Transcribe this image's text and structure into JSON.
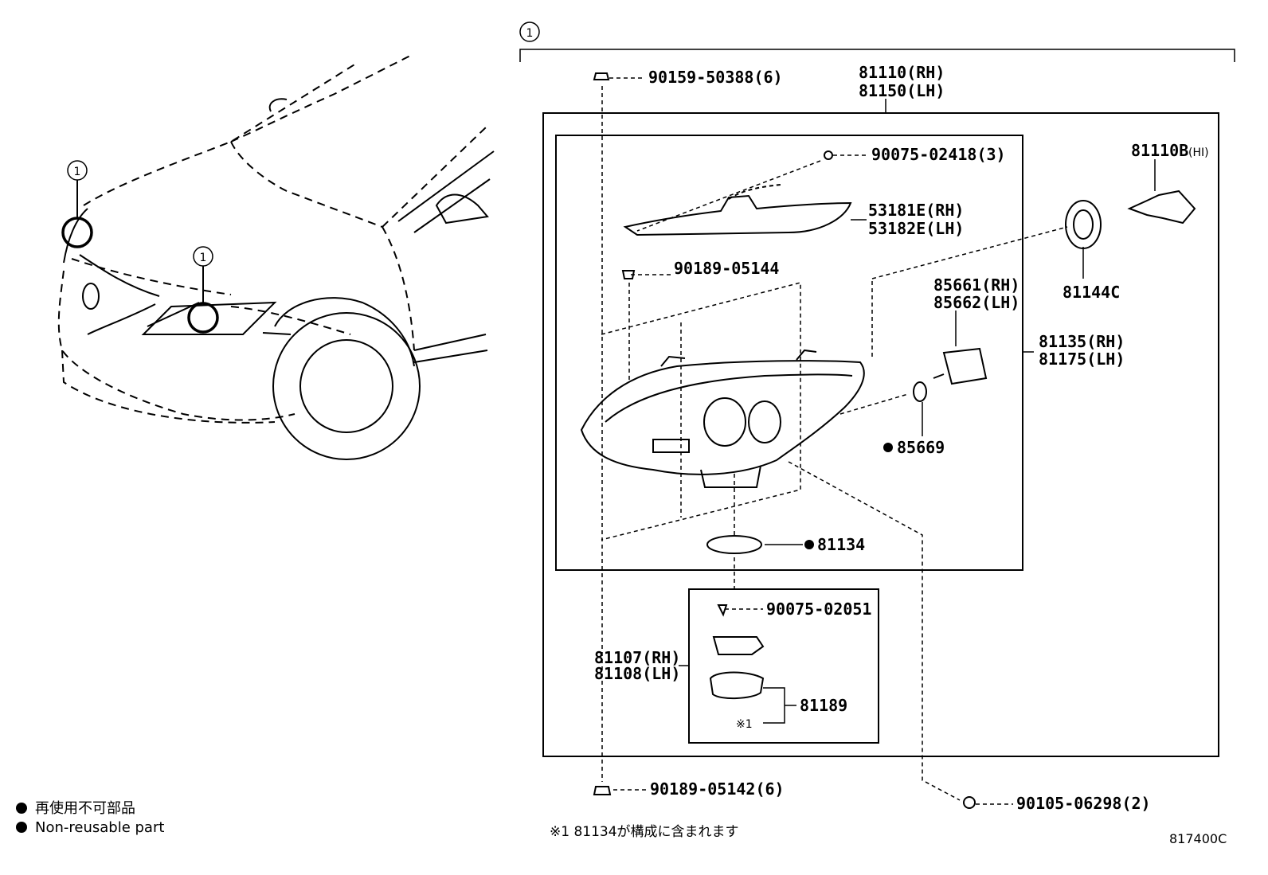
{
  "callout_number": "1",
  "parts": {
    "bolt_top": "90159-50388(6)",
    "assembly_rh": "81110(RH)",
    "assembly_lh": "81150(LH)",
    "screw_cover": "90075-02418(3)",
    "cover_rh": "53181E(RH)",
    "cover_lh": "53182E(LH)",
    "bulb": "81110B",
    "bulb_suffix": "(HI)",
    "clip": "90189-05144",
    "bulb_cap": "81144C",
    "actuator_rh": "85661(RH)",
    "actuator_lh": "85662(LH)",
    "unit_rh": "81135(RH)",
    "unit_lh": "81175(LH)",
    "oring": "85669",
    "gasket": "81134",
    "screw_ballast": "90075-02051",
    "ballast_rh": "81107(RH)",
    "ballast_lh": "81108(LH)",
    "socket": "81189",
    "note_mark": "※1",
    "bolt_bottom": "90189-05142(6)",
    "screw_bottom": "90105-06298(2)"
  },
  "legend": {
    "jp": "再使用不可部品",
    "en": "Non-reusable part"
  },
  "footnote": "※1 81134が構成に含まれます",
  "diagram_code": "817400C"
}
